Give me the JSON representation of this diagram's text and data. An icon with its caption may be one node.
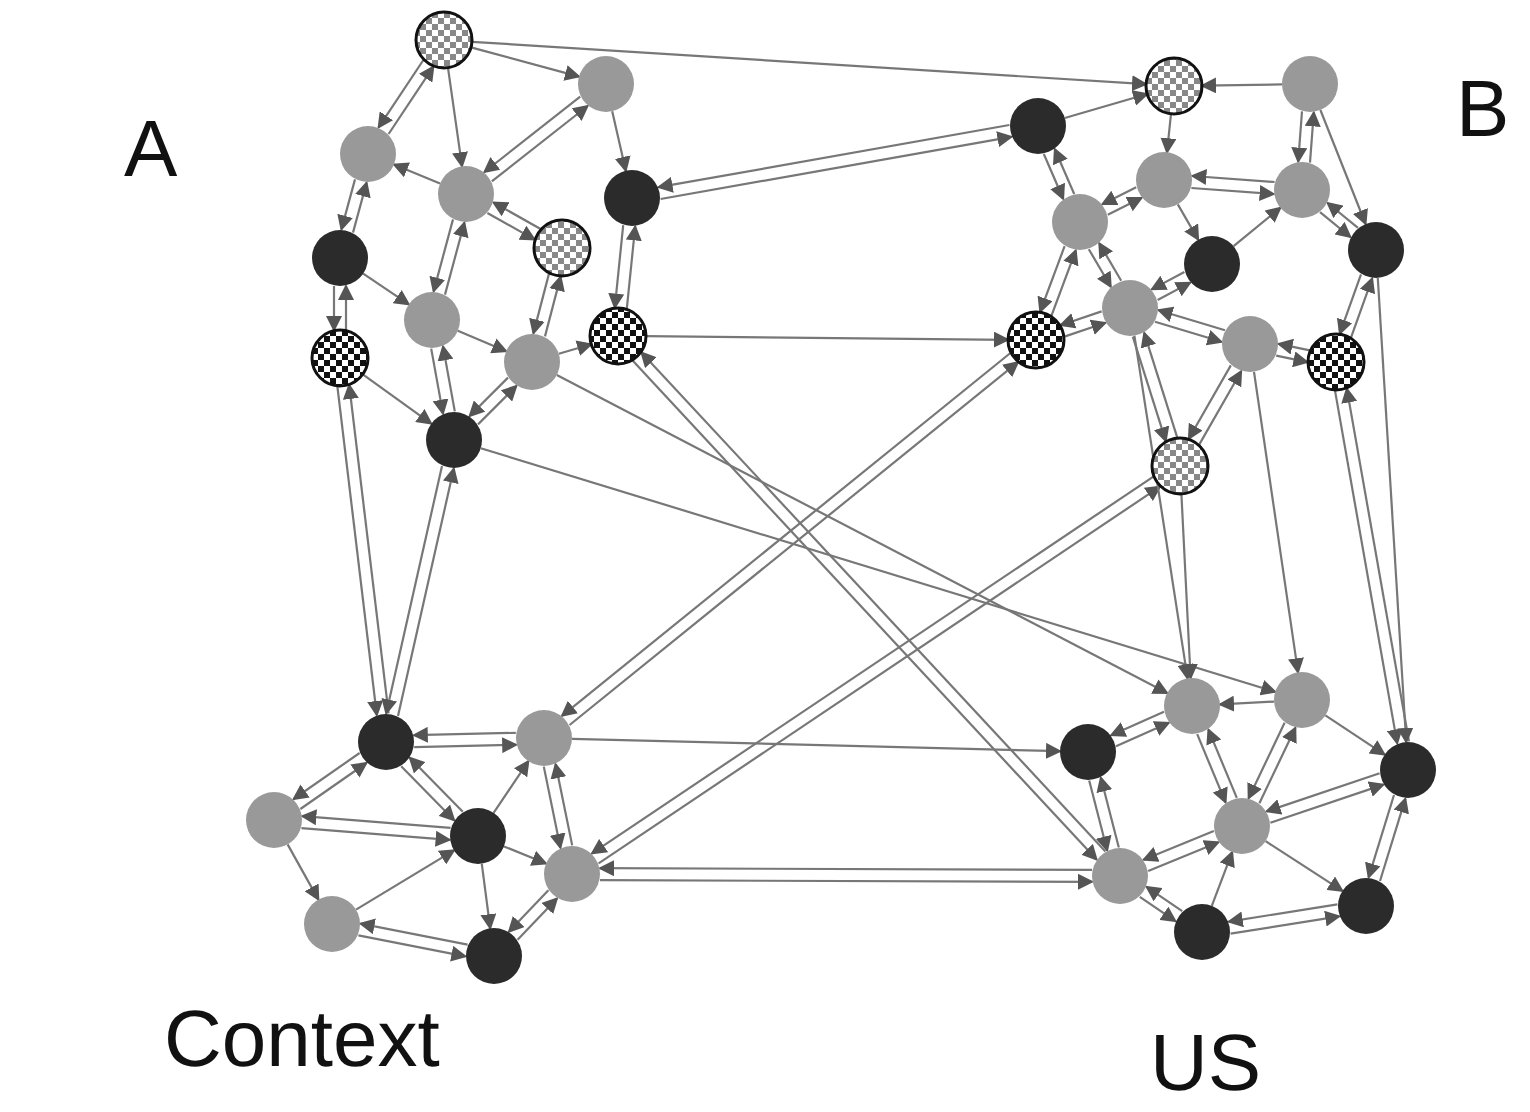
{
  "diagram": {
    "nodes": [
      {
        "text": [],
        "shape": "circle"
      },
      {
        "text": [],
        "shape": "circle"
      },
      {
        "text": [],
        "shape": "circle"
      },
      {
        "text": [],
        "shape": "circle"
      },
      {
        "text": [],
        "shape": "circle"
      },
      {
        "text": [],
        "shape": "circle"
      },
      {
        "text": [],
        "shape": "circle"
      },
      {
        "text": [],
        "shape": "circle"
      },
      {
        "text": [],
        "shape": "circle"
      },
      {
        "text": [],
        "shape": "circle"
      },
      {
        "text": [],
        "shape": "circle"
      },
      {
        "text": [],
        "shape": "circle"
      },
      {
        "text": [],
        "shape": "circle"
      },
      {
        "text": [],
        "shape": "circle"
      },
      {
        "text": [],
        "shape": "circle"
      },
      {
        "text": [],
        "shape": "circle"
      },
      {
        "text": [],
        "shape": "circle"
      },
      {
        "text": [],
        "shape": "circle"
      },
      {
        "text": [],
        "shape": "circle"
      },
      {
        "text": [],
        "shape": "circle"
      },
      {
        "text": [],
        "shape": "circle"
      },
      {
        "text": [],
        "shape": "circle"
      },
      {
        "text": [],
        "shape": "circle"
      },
      {
        "text": [],
        "shape": "circle"
      },
      {
        "text": [],
        "shape": "circle"
      },
      {
        "text": [],
        "shape": "circle"
      },
      {
        "text": [],
        "shape": "circle"
      },
      {
        "text": [],
        "shape": "circle"
      },
      {
        "text": [],
        "shape": "circle"
      },
      {
        "text": [],
        "shape": "circle"
      },
      {
        "text": [],
        "shape": "circle"
      },
      {
        "text": [],
        "shape": "circle"
      },
      {
        "text": [],
        "shape": "circle"
      },
      {
        "text": [],
        "shape": "circle"
      },
      {
        "text": [],
        "shape": "circle"
      },
      {
        "text": [],
        "shape": "circle"
      },
      {
        "text": [],
        "shape": "circle"
      },
      {
        "text": [],
        "shape": "circle"
      },
      {
        "text": [],
        "shape": "circle"
      },
      {
        "text": [],
        "shape": "circle"
      }
    ],
    "edges": [
      {
        "from": 0,
        "to": 1,
        "arrow": "to"
      },
      {
        "from": 0,
        "to": 2,
        "arrow": "to"
      },
      {
        "from": 2,
        "to": 0,
        "arrow": "to"
      },
      {
        "from": 0,
        "to": 3,
        "arrow": "to"
      },
      {
        "from": 1,
        "to": 3,
        "arrow": "to"
      },
      {
        "from": 3,
        "to": 1,
        "arrow": "to"
      },
      {
        "from": 1,
        "to": 4,
        "arrow": "to"
      },
      {
        "from": 3,
        "to": 2,
        "arrow": "to"
      },
      {
        "from": 2,
        "to": 6,
        "arrow": "to"
      },
      {
        "from": 6,
        "to": 2,
        "arrow": "to"
      },
      {
        "from": 3,
        "to": 5,
        "arrow": "to"
      },
      {
        "from": 5,
        "to": 3,
        "arrow": "to"
      },
      {
        "from": 3,
        "to": 7,
        "arrow": "to"
      },
      {
        "from": 7,
        "to": 3,
        "arrow": "to"
      },
      {
        "from": 6,
        "to": 7,
        "arrow": "to"
      },
      {
        "from": 6,
        "to": 9,
        "arrow": "to"
      },
      {
        "from": 7,
        "to": 10,
        "arrow": "to"
      },
      {
        "from": 5,
        "to": 10,
        "arrow": "to"
      },
      {
        "from": 10,
        "to": 5,
        "arrow": "to"
      },
      {
        "from": 4,
        "to": 8,
        "arrow": "to"
      },
      {
        "from": 8,
        "to": 4,
        "arrow": "to"
      },
      {
        "from": 7,
        "to": 11,
        "arrow": "to"
      },
      {
        "from": 11,
        "to": 7,
        "arrow": "to"
      },
      {
        "from": 10,
        "to": 11,
        "arrow": "to"
      },
      {
        "from": 11,
        "to": 10,
        "arrow": "to"
      },
      {
        "from": 9,
        "to": 11,
        "arrow": "to"
      },
      {
        "from": 10,
        "to": 8,
        "arrow": "to"
      },
      {
        "from": 12,
        "to": 13,
        "arrow": "to"
      },
      {
        "from": 14,
        "to": 13,
        "arrow": "to"
      },
      {
        "from": 13,
        "to": 15,
        "arrow": "to"
      },
      {
        "from": 12,
        "to": 16,
        "arrow": "to"
      },
      {
        "from": 16,
        "to": 12,
        "arrow": "to"
      },
      {
        "from": 15,
        "to": 16,
        "arrow": "to"
      },
      {
        "from": 16,
        "to": 15,
        "arrow": "to"
      },
      {
        "from": 15,
        "to": 17,
        "arrow": "to"
      },
      {
        "from": 17,
        "to": 15,
        "arrow": "to"
      },
      {
        "from": 17,
        "to": 14,
        "arrow": "to"
      },
      {
        "from": 14,
        "to": 17,
        "arrow": "to"
      },
      {
        "from": 14,
        "to": 19,
        "arrow": "to"
      },
      {
        "from": 16,
        "to": 21,
        "arrow": "to"
      },
      {
        "from": 21,
        "to": 16,
        "arrow": "to"
      },
      {
        "from": 16,
        "to": 20,
        "arrow": "to"
      },
      {
        "from": 20,
        "to": 16,
        "arrow": "to"
      },
      {
        "from": 20,
        "to": 18,
        "arrow": "to"
      },
      {
        "from": 18,
        "to": 20,
        "arrow": "to"
      },
      {
        "from": 18,
        "to": 17,
        "arrow": "to"
      },
      {
        "from": 15,
        "to": 18,
        "arrow": "to"
      },
      {
        "from": 17,
        "to": 19,
        "arrow": "to"
      },
      {
        "from": 19,
        "to": 17,
        "arrow": "to"
      },
      {
        "from": 20,
        "to": 22,
        "arrow": "to"
      },
      {
        "from": 22,
        "to": 20,
        "arrow": "to"
      },
      {
        "from": 21,
        "to": 20,
        "arrow": "to"
      },
      {
        "from": 20,
        "to": 21,
        "arrow": "to"
      },
      {
        "from": 22,
        "to": 23,
        "arrow": "to"
      },
      {
        "from": 23,
        "to": 22,
        "arrow": "to"
      },
      {
        "from": 23,
        "to": 19,
        "arrow": "to"
      },
      {
        "from": 19,
        "to": 23,
        "arrow": "to"
      },
      {
        "from": 20,
        "to": 24,
        "arrow": "to"
      },
      {
        "from": 24,
        "to": 20,
        "arrow": "to"
      },
      {
        "from": 24,
        "to": 22,
        "arrow": "to"
      },
      {
        "from": 22,
        "to": 24,
        "arrow": "to"
      },
      {
        "from": 25,
        "to": 26,
        "arrow": "to"
      },
      {
        "from": 26,
        "to": 25,
        "arrow": "to"
      },
      {
        "from": 25,
        "to": 27,
        "arrow": "to"
      },
      {
        "from": 27,
        "to": 25,
        "arrow": "to"
      },
      {
        "from": 25,
        "to": 28,
        "arrow": "to"
      },
      {
        "from": 28,
        "to": 25,
        "arrow": "to"
      },
      {
        "from": 28,
        "to": 27,
        "arrow": "to"
      },
      {
        "from": 27,
        "to": 28,
        "arrow": "to"
      },
      {
        "from": 27,
        "to": 30,
        "arrow": "to"
      },
      {
        "from": 30,
        "to": 28,
        "arrow": "to"
      },
      {
        "from": 30,
        "to": 31,
        "arrow": "to"
      },
      {
        "from": 31,
        "to": 30,
        "arrow": "to"
      },
      {
        "from": 28,
        "to": 31,
        "arrow": "to"
      },
      {
        "from": 28,
        "to": 26,
        "arrow": "to"
      },
      {
        "from": 31,
        "to": 29,
        "arrow": "to"
      },
      {
        "from": 29,
        "to": 31,
        "arrow": "to"
      },
      {
        "from": 29,
        "to": 26,
        "arrow": "to"
      },
      {
        "from": 26,
        "to": 29,
        "arrow": "to"
      },
      {
        "from": 28,
        "to": 29,
        "arrow": "to"
      },
      {
        "from": 34,
        "to": 32,
        "arrow": "to"
      },
      {
        "from": 32,
        "to": 34,
        "arrow": "to"
      },
      {
        "from": 33,
        "to": 32,
        "arrow": "to"
      },
      {
        "from": 32,
        "to": 36,
        "arrow": "to"
      },
      {
        "from": 36,
        "to": 32,
        "arrow": "to"
      },
      {
        "from": 33,
        "to": 36,
        "arrow": "to"
      },
      {
        "from": 36,
        "to": 33,
        "arrow": "to"
      },
      {
        "from": 33,
        "to": 35,
        "arrow": "to"
      },
      {
        "from": 35,
        "to": 36,
        "arrow": "to"
      },
      {
        "from": 36,
        "to": 35,
        "arrow": "to"
      },
      {
        "from": 34,
        "to": 37,
        "arrow": "to"
      },
      {
        "from": 37,
        "to": 34,
        "arrow": "to"
      },
      {
        "from": 36,
        "to": 37,
        "arrow": "to"
      },
      {
        "from": 37,
        "to": 36,
        "arrow": "to"
      },
      {
        "from": 37,
        "to": 38,
        "arrow": "to"
      },
      {
        "from": 38,
        "to": 37,
        "arrow": "to"
      },
      {
        "from": 38,
        "to": 36,
        "arrow": "to"
      },
      {
        "from": 36,
        "to": 39,
        "arrow": "to"
      },
      {
        "from": 39,
        "to": 38,
        "arrow": "to"
      },
      {
        "from": 38,
        "to": 39,
        "arrow": "to"
      },
      {
        "from": 35,
        "to": 39,
        "arrow": "to"
      },
      {
        "from": 39,
        "to": 35,
        "arrow": "to"
      },
      {
        "from": 0,
        "to": 13,
        "arrow": "to"
      },
      {
        "from": 4,
        "to": 12,
        "arrow": "to"
      },
      {
        "from": 12,
        "to": 4,
        "arrow": "to"
      },
      {
        "from": 8,
        "to": 21,
        "arrow": "to"
      },
      {
        "from": 9,
        "to": 25,
        "arrow": "to"
      },
      {
        "from": 25,
        "to": 9,
        "arrow": "to"
      },
      {
        "from": 9,
        "to": 6,
        "arrow": "to"
      },
      {
        "from": 11,
        "to": 25,
        "arrow": "to"
      },
      {
        "from": 25,
        "to": 11,
        "arrow": "to"
      },
      {
        "from": 11,
        "to": 33,
        "arrow": "to"
      },
      {
        "from": 10,
        "to": 32,
        "arrow": "to"
      },
      {
        "from": 8,
        "to": 37,
        "arrow": "to"
      },
      {
        "from": 37,
        "to": 8,
        "arrow": "to"
      },
      {
        "from": 21,
        "to": 26,
        "arrow": "to"
      },
      {
        "from": 26,
        "to": 21,
        "arrow": "to"
      },
      {
        "from": 24,
        "to": 29,
        "arrow": "to"
      },
      {
        "from": 29,
        "to": 24,
        "arrow": "to"
      },
      {
        "from": 29,
        "to": 37,
        "arrow": "to"
      },
      {
        "from": 37,
        "to": 29,
        "arrow": "to"
      },
      {
        "from": 26,
        "to": 34,
        "arrow": "to"
      },
      {
        "from": 23,
        "to": 35,
        "arrow": "to"
      },
      {
        "from": 35,
        "to": 23,
        "arrow": "to"
      },
      {
        "from": 19,
        "to": 35,
        "arrow": "to"
      },
      {
        "from": 22,
        "to": 33,
        "arrow": "to"
      },
      {
        "from": 20,
        "to": 32,
        "arrow": "to"
      },
      {
        "from": 24,
        "to": 32,
        "arrow": "to"
      }
    ],
    "labels": [
      "A",
      "B",
      "Context",
      "US"
    ]
  }
}
